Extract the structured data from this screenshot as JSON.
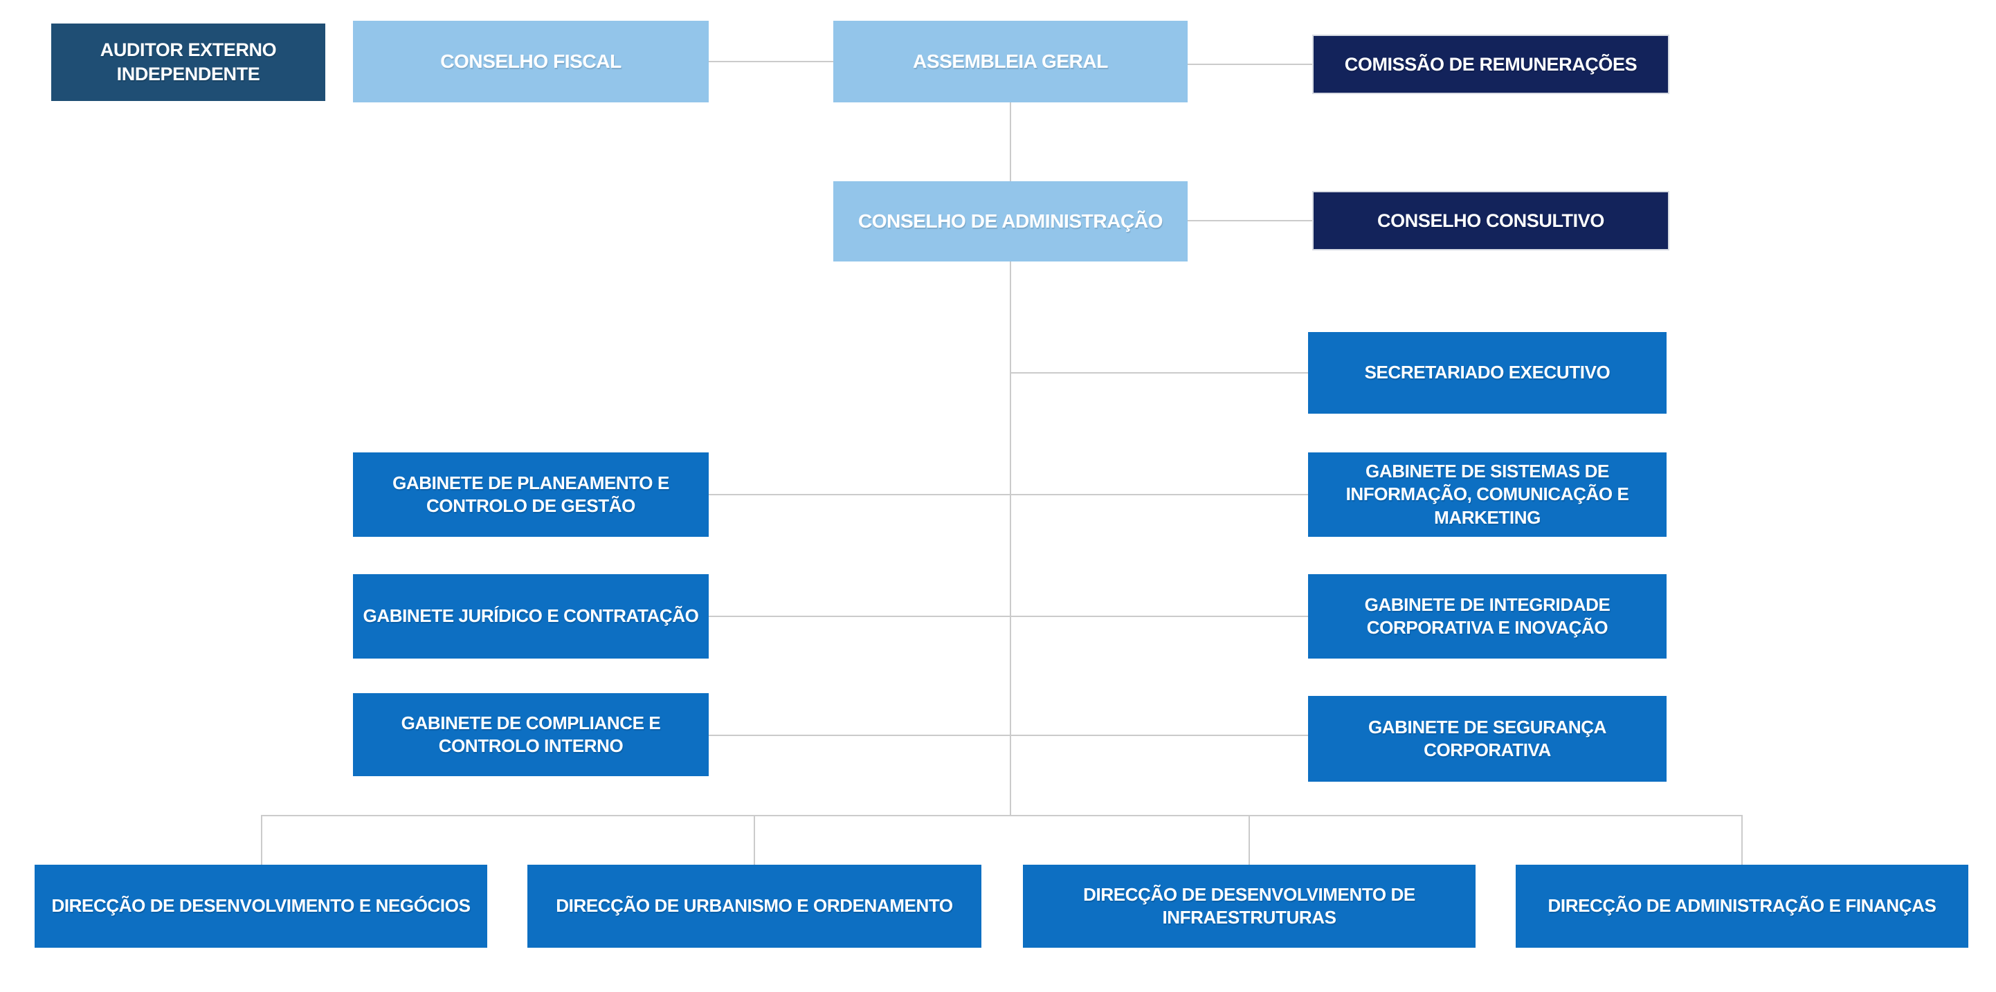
{
  "palette": {
    "steel_blue": "#1f4e74",
    "light_blue": "#93c5ea",
    "navy": "#13235b",
    "medium_blue": "#0d6fc2",
    "connector_gray": "#cbcbcb",
    "text_white": "#ffffff",
    "background": "#ffffff"
  },
  "nodes": [
    {
      "id": "auditor-externo-independente",
      "label": "AUDITOR EXTERNO INDEPENDENTE",
      "variant": "steel_blue"
    },
    {
      "id": "conselho-fiscal",
      "label": "CONSELHO FISCAL",
      "variant": "light_blue"
    },
    {
      "id": "assembleia-geral",
      "label": "ASSEMBLEIA GERAL",
      "variant": "light_blue"
    },
    {
      "id": "comissao-de-remuneracoes",
      "label": "COMISSÃO DE REMUNERAÇÕES",
      "variant": "navy"
    },
    {
      "id": "conselho-de-administracao",
      "label": "CONSELHO DE ADMINISTRAÇÃO",
      "variant": "light_blue"
    },
    {
      "id": "conselho-consultivo",
      "label": "CONSELHO CONSULTIVO",
      "variant": "navy"
    },
    {
      "id": "secretariado-executivo",
      "label": "SECRETARIADO EXECUTIVO",
      "variant": "medium_blue"
    },
    {
      "id": "gabinete-planeamento-controlo-gestao",
      "label": "GABINETE DE PLANEAMENTO E CONTROLO DE GESTÃO",
      "variant": "medium_blue"
    },
    {
      "id": "gabinete-sistemas-informacao-comunicacao-marketing",
      "label": "GABINETE DE SISTEMAS DE INFORMAÇÃO, COMUNICAÇÃO E MARKETING",
      "variant": "medium_blue"
    },
    {
      "id": "gabinete-juridico-contratacao",
      "label": "GABINETE JURÍDICO E CONTRATAÇÃO",
      "variant": "medium_blue"
    },
    {
      "id": "gabinete-integridade-corporativa-inovacao",
      "label": "GABINETE DE INTEGRIDADE CORPORATIVA E INOVAÇÃO",
      "variant": "medium_blue"
    },
    {
      "id": "gabinete-compliance-controlo-interno",
      "label": "GABINETE DE COMPLIANCE E CONTROLO INTERNO",
      "variant": "medium_blue"
    },
    {
      "id": "gabinete-seguranca-corporativa",
      "label": "GABINETE DE SEGURANÇA CORPORATIVA",
      "variant": "medium_blue"
    },
    {
      "id": "direccao-desenvolvimento-negocios",
      "label": "DIRECÇÃO DE DESENVOLVIMENTO E NEGÓCIOS",
      "variant": "medium_blue"
    },
    {
      "id": "direccao-urbanismo-ordenamento",
      "label": "DIRECÇÃO DE URBANISMO E ORDENAMENTO",
      "variant": "medium_blue"
    },
    {
      "id": "direccao-desenvolvimento-infraestruturas",
      "label": "DIRECÇÃO DE DESENVOLVIMENTO DE INFRAESTRUTURAS",
      "variant": "medium_blue"
    },
    {
      "id": "direccao-administracao-financas",
      "label": "DIRECÇÃO DE ADMINISTRAÇÃO E FINANÇAS",
      "variant": "medium_blue"
    }
  ]
}
